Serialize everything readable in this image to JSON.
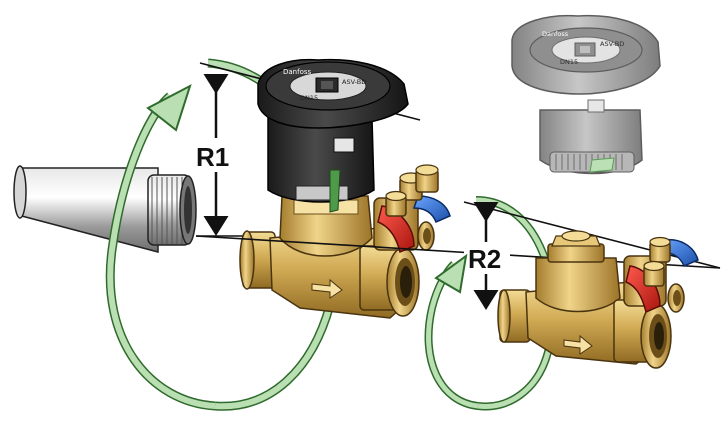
{
  "labels": {
    "r1": "R1",
    "r2": "R2"
  },
  "handwheel": {
    "brand": "Danfoss",
    "size_text": "DN15",
    "model_text": "ASV-BD"
  },
  "colors": {
    "brass": "#c9a24a",
    "brass_dark": "#8a6a24",
    "brass_light": "#ecd48c",
    "handwheel_black": "#2a2a2a",
    "handwheel_grey": "#9a9a9a",
    "swirl_green": "#a8d5a0",
    "swirl_green_dark": "#4e9a4a",
    "handle_red": "#d4281f",
    "handle_blue": "#2f6fd1",
    "pipe_steel": "#b8b8b8"
  },
  "icons": [
    "rotation-arrow-icon",
    "dimension-arrow-icon",
    "flow-direction-arrow-icon"
  ]
}
